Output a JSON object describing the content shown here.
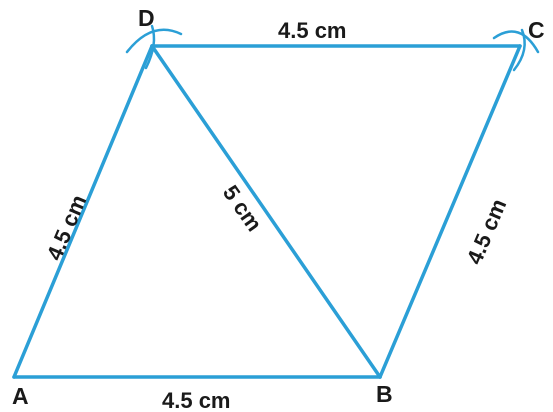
{
  "colors": {
    "line": "#2b9fd6",
    "text": "#1a1a1a"
  },
  "vertices": {
    "A": "A",
    "B": "B",
    "C": "C",
    "D": "D"
  },
  "sides": {
    "AB": "4.5 cm",
    "DC": "4.5 cm",
    "AD": "4.5 cm",
    "BC": "4.5 cm",
    "BD": "5 cm"
  }
}
